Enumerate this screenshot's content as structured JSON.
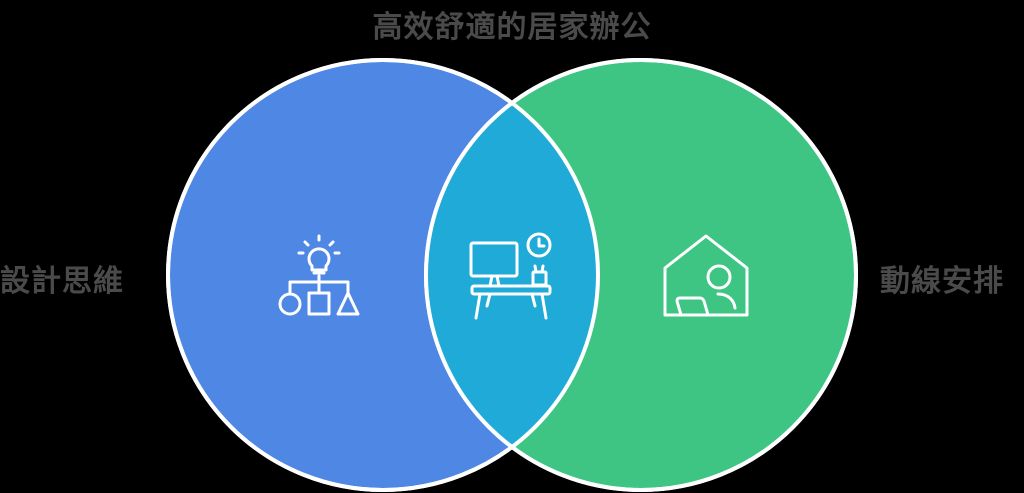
{
  "title": "高效舒適的居家辦公",
  "sets": [
    {
      "label": "設計思維",
      "icon": "lightbulb-shapes-icon",
      "color": "#4F87E5"
    },
    {
      "label": "動線安排",
      "icon": "home-office-icon",
      "color": "#3EC584"
    }
  ],
  "intersection": {
    "icon": "desk-computer-clock-icon",
    "color": "#1FAAD8"
  },
  "outline_color": "#FFFFFF"
}
